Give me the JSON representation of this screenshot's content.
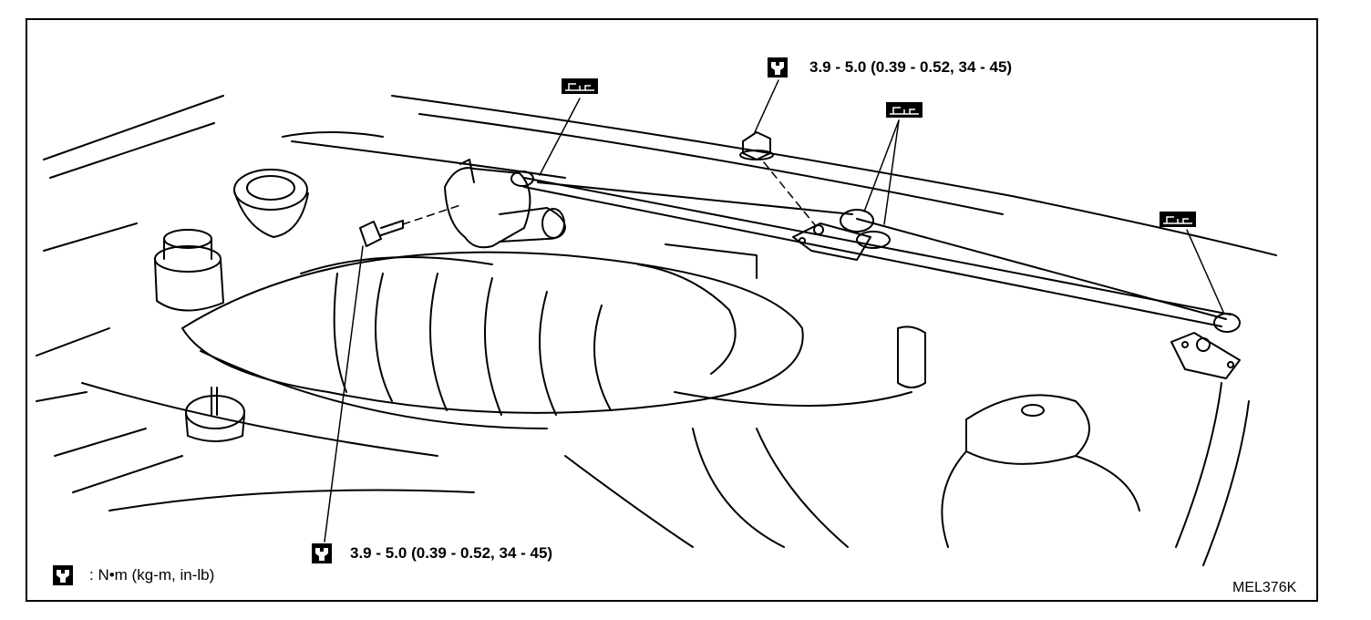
{
  "callouts": {
    "torque_top": "3.9 - 5.0 (0.39 - 0.52, 34 - 45)",
    "torque_bottom": "3.9 - 5.0 (0.39 - 0.52, 34 - 45)"
  },
  "legend": {
    "torque_units": ": N•m (kg-m, in-lb)"
  },
  "figure_code": "MEL376K",
  "icons": {
    "torque": "torque-wrench-icon",
    "grease": "grease-point-icon"
  }
}
